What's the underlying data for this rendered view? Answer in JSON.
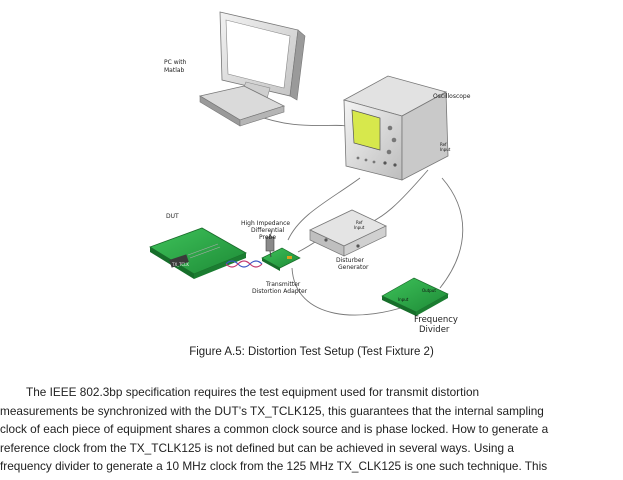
{
  "figure": {
    "labels": {
      "pc": [
        "PC with",
        "Matlab"
      ],
      "oscilloscope": "Oscilloscope",
      "ref_in_scope": [
        "Ref",
        "Input"
      ],
      "dut": "DUT",
      "tx_tclk": "TX_TCLK",
      "probe": [
        "High Impedance",
        "Differential",
        "Probe"
      ],
      "adapter": [
        "Transmitter",
        "Distortion Adapter"
      ],
      "ref_in_gen": [
        "Ref",
        "Input"
      ],
      "generator": [
        "Disturber",
        "Generator"
      ],
      "divider_output": "Output",
      "divider_input": "Input",
      "divider": [
        "Frequency",
        "Divider"
      ]
    }
  },
  "caption": "Figure A.5: Distortion Test Setup (Test Fixture 2)",
  "paragraph": [
    "        The IEEE 802.3bp specification requires the test equipment used for transmit distortion",
    "measurements be synchronized with the DUT’s TX_TCLK125, this guarantees that the internal sampling",
    "clock of each piece of equipment shares a common clock source and is phase locked. How to generate a",
    "reference clock from the TX_TCLK125 is not defined but can be achieved in several ways. Using a",
    "frequency divider to generate a 10 MHz clock from the 125 MHz TX_CLK125 is one such technique. This"
  ]
}
